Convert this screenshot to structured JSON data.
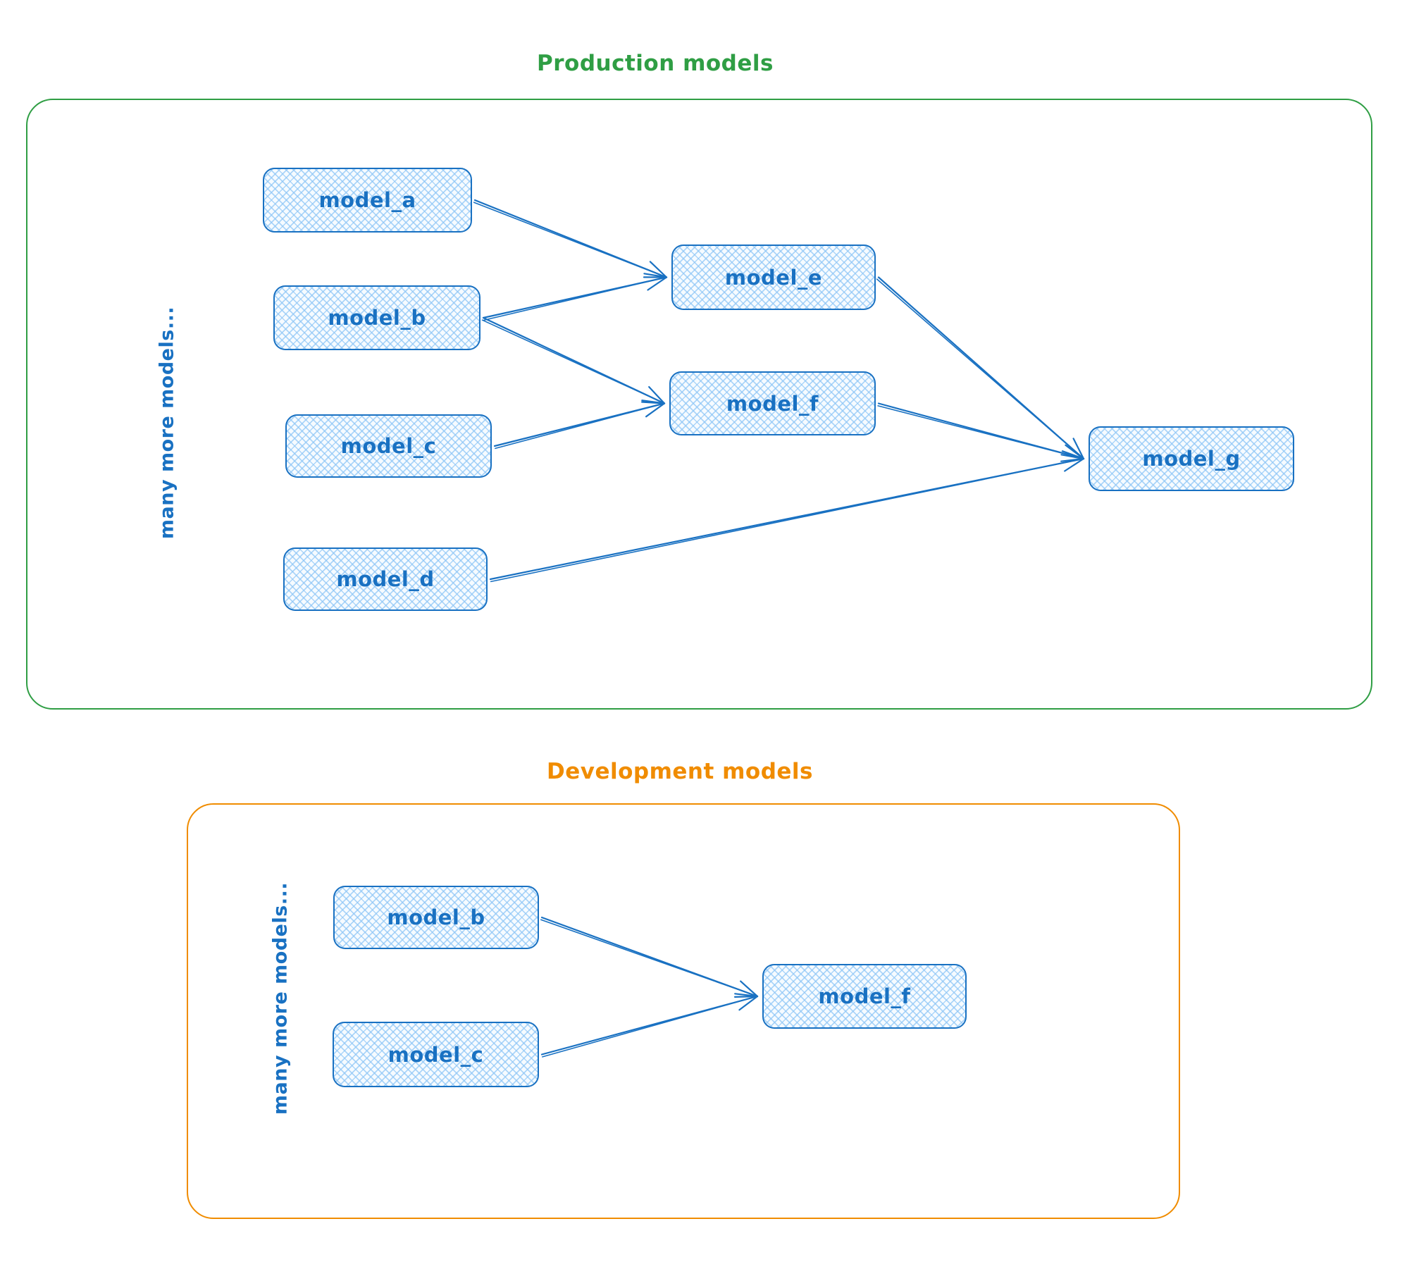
{
  "sections": [
    {
      "id": "production",
      "title": "Production models",
      "side_label": "many more models...",
      "nodes": [
        {
          "id": "model_a",
          "label": "model_a"
        },
        {
          "id": "model_b",
          "label": "model_b"
        },
        {
          "id": "model_c",
          "label": "model_c"
        },
        {
          "id": "model_d",
          "label": "model_d"
        },
        {
          "id": "model_e",
          "label": "model_e"
        },
        {
          "id": "model_f",
          "label": "model_f"
        },
        {
          "id": "model_g",
          "label": "model_g"
        }
      ],
      "edges": [
        {
          "from": "model_a",
          "to": "model_e"
        },
        {
          "from": "model_b",
          "to": "model_e"
        },
        {
          "from": "model_b",
          "to": "model_f"
        },
        {
          "from": "model_c",
          "to": "model_f"
        },
        {
          "from": "model_d",
          "to": "model_g"
        },
        {
          "from": "model_e",
          "to": "model_g"
        },
        {
          "from": "model_f",
          "to": "model_g"
        }
      ]
    },
    {
      "id": "development",
      "title": "Development models",
      "side_label": "many more models...",
      "nodes": [
        {
          "id": "model_b",
          "label": "model_b"
        },
        {
          "id": "model_c",
          "label": "model_c"
        },
        {
          "id": "model_f",
          "label": "model_f"
        }
      ],
      "edges": [
        {
          "from": "model_b",
          "to": "model_f"
        },
        {
          "from": "model_c",
          "to": "model_f"
        }
      ]
    }
  ],
  "colors": {
    "node_stroke": "#1971c2",
    "node_hatch_fill": "#a5d8ff",
    "production_accent": "#2f9e44",
    "development_accent": "#f08c00",
    "background": "#ffffff"
  }
}
